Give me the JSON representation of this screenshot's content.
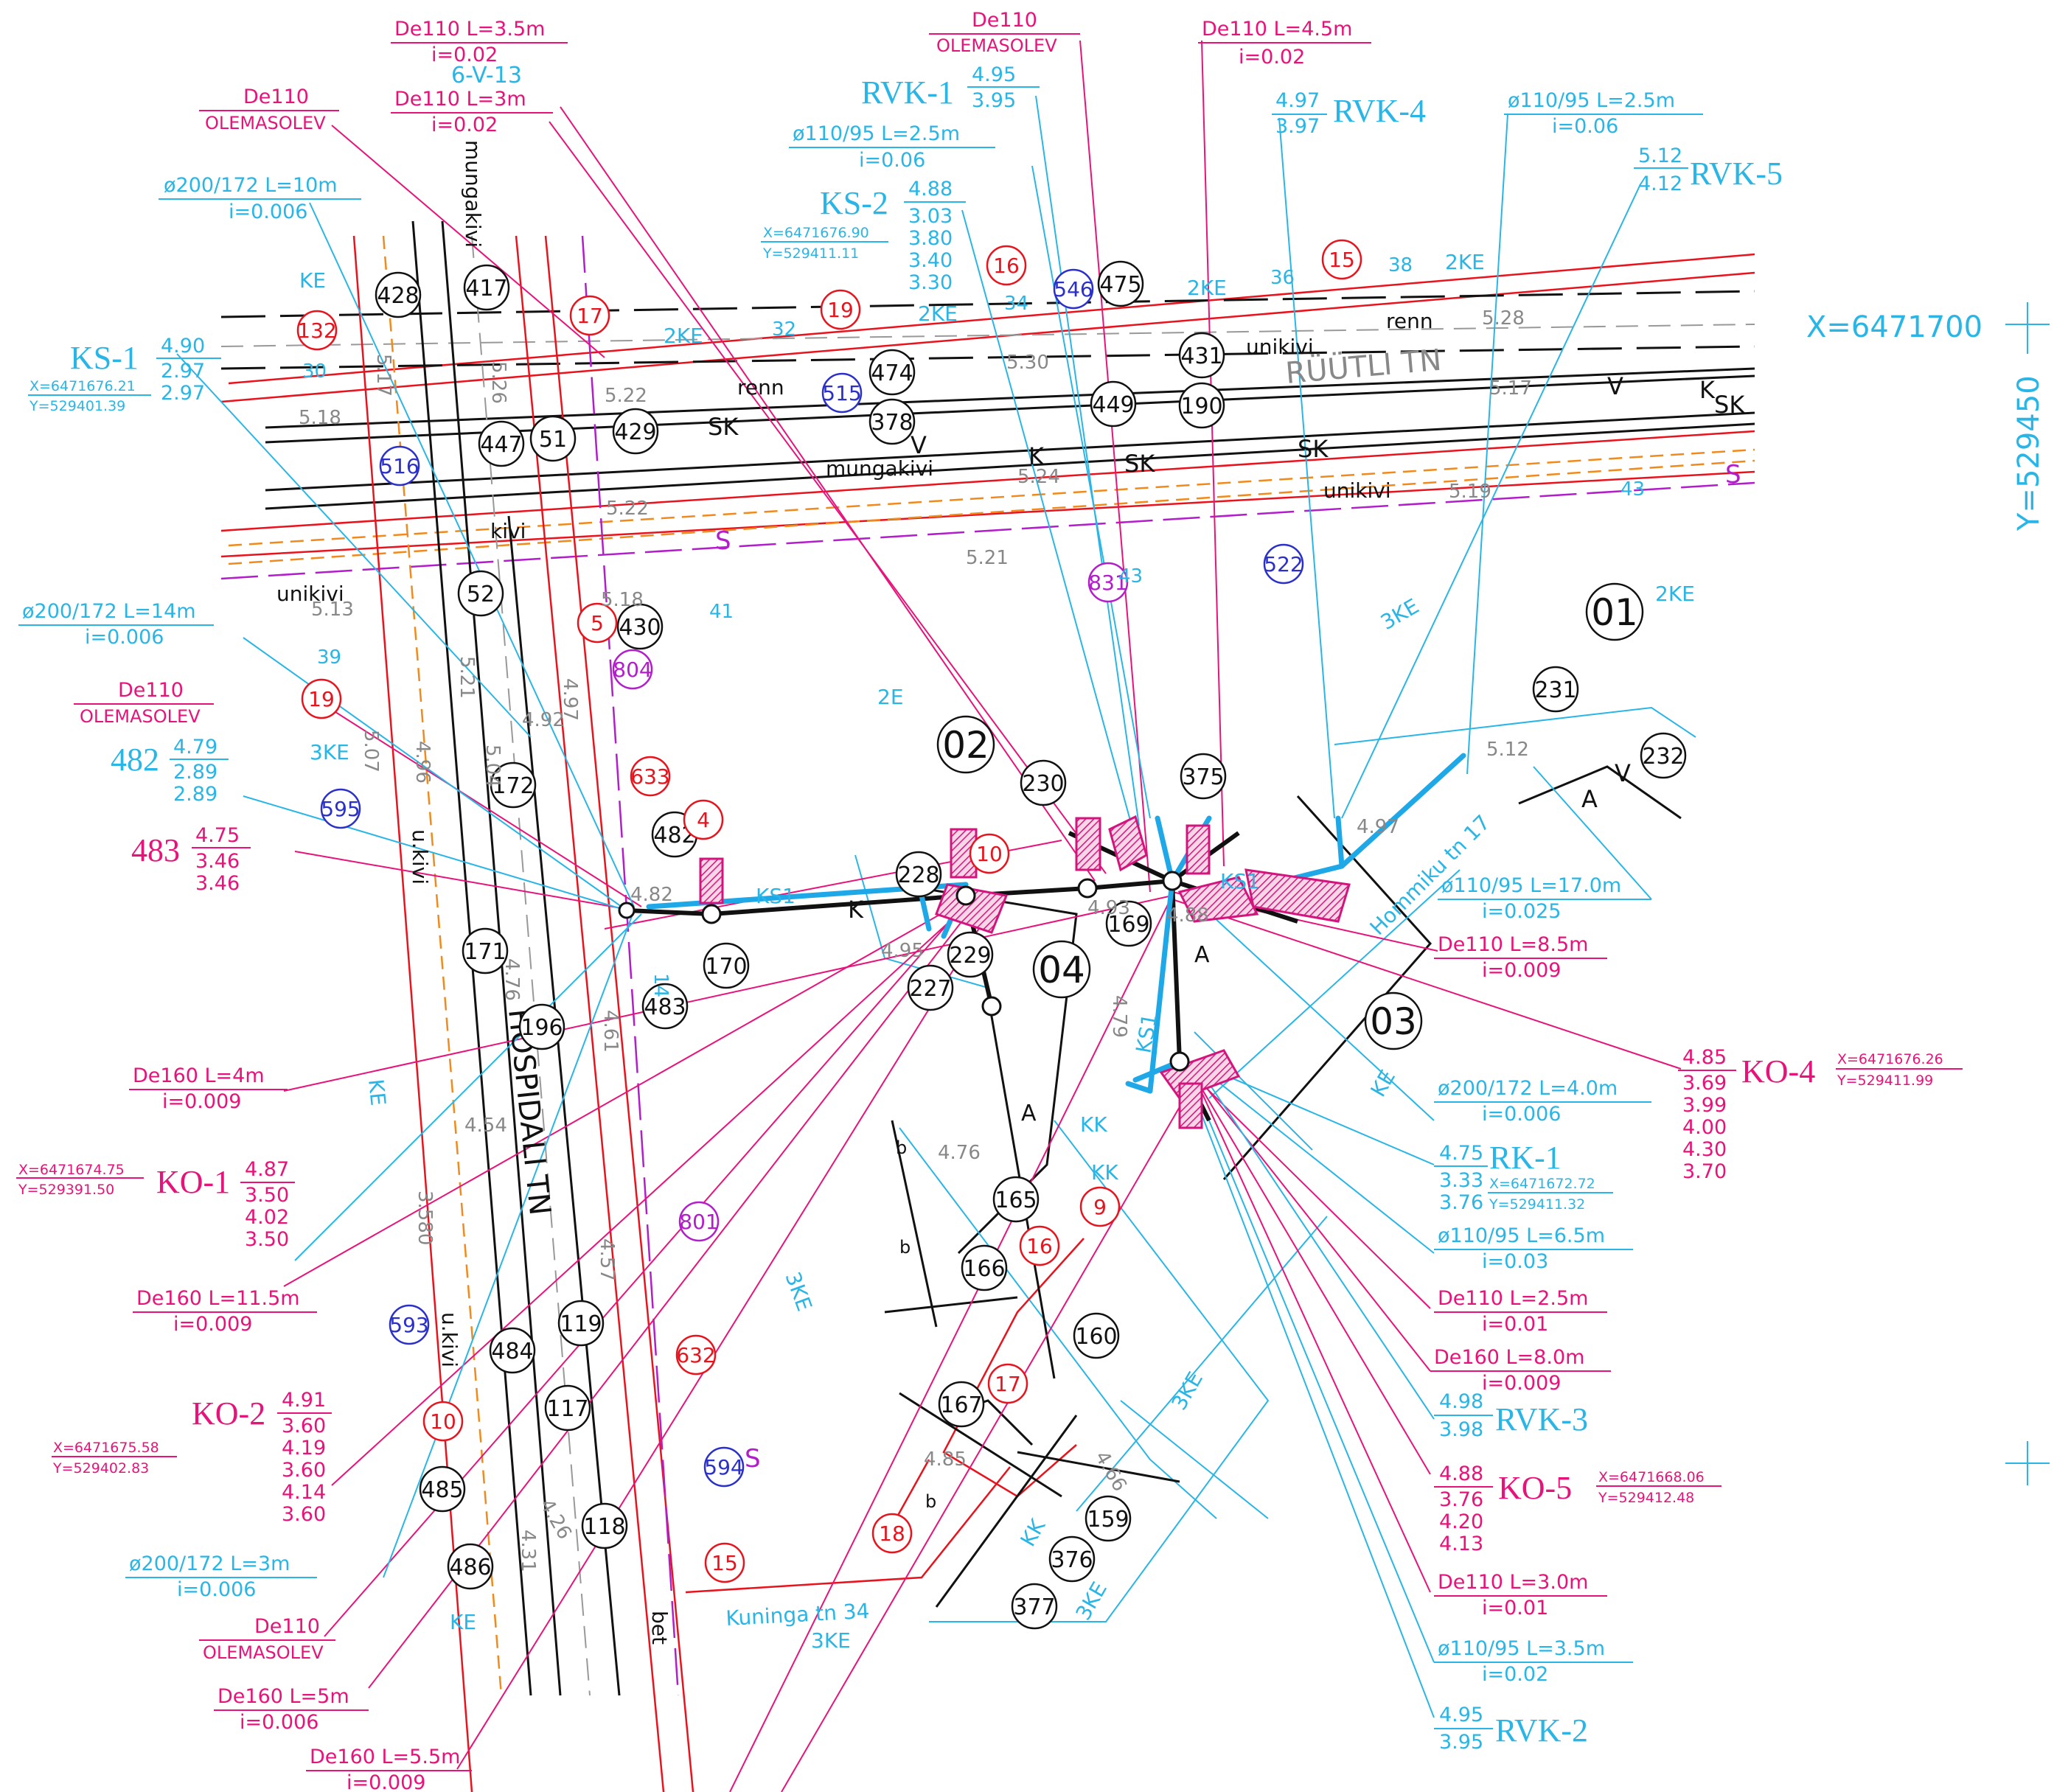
{
  "sheet": "6-V-13",
  "blocks": [
    "01",
    "02",
    "03",
    "04"
  ],
  "grid": {
    "x": "X=6471700",
    "y": "Y=529450"
  },
  "streets": {
    "ruutli": "RÜÜTLI TN",
    "hospidali": "HOSPIDALI TN",
    "hommiku": "Hommiku tn 17",
    "kuninga": "Kuninga tn 34"
  },
  "surface_labels": {
    "renn": "renn",
    "unikivi": "unikivi",
    "mungakivi": "mungakivi",
    "kivi": "kivi",
    "ukivi": "u.kivi",
    "bet": "bet"
  },
  "util_codes": {
    "ke": "KE",
    "ke2": "2KE",
    "ke3": "3KE",
    "e2": "2E",
    "kk": "KK",
    "ks1": "KS1",
    "k": "K",
    "sk": "SK",
    "v": "V",
    "a": "A",
    "s": "S",
    "b": "b"
  },
  "callouts": {
    "de110_35": {
      "l1": "De110  L=3.5m",
      "l2": "i=0.02"
    },
    "de110_3": {
      "l1": "De110  L=3m",
      "l2": "i=0.02"
    },
    "de110_ole1": {
      "l1": "De110",
      "l2": "OLEMASOLEV"
    },
    "de110_ole2": {
      "l1": "De110",
      "l2": "OLEMASOLEV"
    },
    "de110_ole3": {
      "l1": "De110",
      "l2": "OLEMASOLEV"
    },
    "de110_ole4": {
      "l1": "De110",
      "l2": "OLEMASOLEV"
    },
    "de110_45": {
      "l1": "De110  L=4.5m",
      "l2": "i=0.02"
    },
    "p200_10": {
      "l1": "ø200/172  L=10m",
      "l2": "i=0.006"
    },
    "p200_14": {
      "l1": "ø200/172  L=14m",
      "l2": "i=0.006"
    },
    "p200_4": {
      "l1": "ø200/172  L=4.0m",
      "l2": "i=0.006"
    },
    "p200_3": {
      "l1": "ø200/172  L=3m",
      "l2": "i=0.006"
    },
    "p110_25a": {
      "l1": "ø110/95  L=2.5m",
      "l2": "i=0.06"
    },
    "p110_25b": {
      "l1": "ø110/95  L=2.5m",
      "l2": "i=0.06"
    },
    "p110_17": {
      "l1": "ø110/95  L=17.0m",
      "l2": "i=0.025"
    },
    "p110_65": {
      "l1": "ø110/95  L=6.5m",
      "l2": "i=0.03"
    },
    "p110_35": {
      "l1": "ø110/95  L=3.5m",
      "l2": "i=0.02"
    },
    "de110_85": {
      "l1": "De110  L=8.5m",
      "l2": "i=0.009"
    },
    "de110_25": {
      "l1": "De110  L=2.5m",
      "l2": "i=0.01"
    },
    "de110_30": {
      "l1": "De110  L=3.0m",
      "l2": "i=0.01"
    },
    "de160_4": {
      "l1": "De160  L=4m",
      "l2": "i=0.009"
    },
    "de160_115": {
      "l1": "De160  L=11.5m",
      "l2": "i=0.009"
    },
    "de160_8": {
      "l1": "De160  L=8.0m",
      "l2": "i=0.009"
    },
    "de160_5": {
      "l1": "De160  L=5m",
      "l2": "i=0.006"
    },
    "de160_55": {
      "l1": "De160  L=5.5m",
      "l2": "i=0.009"
    }
  },
  "wells": {
    "rvk1": {
      "name": "RVK-1",
      "v": [
        "4.95",
        "3.95"
      ]
    },
    "rvk2": {
      "name": "RVK-2",
      "v": [
        "4.95",
        "3.95"
      ]
    },
    "rvk3": {
      "name": "RVK-3",
      "v": [
        "4.98",
        "3.98"
      ]
    },
    "rvk4": {
      "name": "RVK-4",
      "v": [
        "4.97",
        "3.97"
      ]
    },
    "rvk5": {
      "name": "RVK-5",
      "v": [
        "5.12",
        "4.12"
      ]
    },
    "ks1": {
      "name": "KS-1",
      "v": [
        "4.90",
        "2.97",
        "2.97"
      ],
      "x": "X=6471676.21",
      "y": "Y=529401.39"
    },
    "ks2": {
      "name": "KS-2",
      "v": [
        "4.88",
        "3.03",
        "3.80",
        "3.40",
        "3.30"
      ],
      "x": "X=6471676.90",
      "y": "Y=529411.11"
    },
    "w482": {
      "name": "482",
      "v": [
        "4.79",
        "2.89",
        "2.89"
      ]
    },
    "w483": {
      "name": "483",
      "v": [
        "4.75",
        "3.46",
        "3.46"
      ]
    },
    "rk1": {
      "name": "RK-1",
      "v": [
        "4.75",
        "3.33",
        "3.76"
      ],
      "x": "X=6471672.72",
      "y": "Y=529411.32"
    },
    "ko1": {
      "name": "KO-1",
      "v": [
        "4.87",
        "3.50",
        "4.02",
        "3.50"
      ],
      "x": "X=6471674.75",
      "y": "Y=529391.50"
    },
    "ko2": {
      "name": "KO-2",
      "v": [
        "4.91",
        "3.60",
        "4.19",
        "3.60",
        "4.14",
        "3.60"
      ],
      "x": "X=6471675.58",
      "y": "Y=529402.83"
    },
    "ko4": {
      "name": "KO-4",
      "v": [
        "4.85",
        "3.69",
        "3.99",
        "4.00",
        "4.30",
        "3.70"
      ],
      "x": "X=6471676.26",
      "y": "Y=529411.99"
    },
    "ko5": {
      "name": "KO-5",
      "v": [
        "4.88",
        "3.76",
        "4.20",
        "4.13"
      ],
      "x": "X=6471668.06",
      "y": "Y=529412.48"
    }
  },
  "circles_black": [
    "428",
    "417",
    "447",
    "51",
    "429",
    "474",
    "378",
    "475",
    "449",
    "431",
    "190",
    "52",
    "430",
    "172",
    "482",
    "171",
    "196",
    "170",
    "483",
    "228",
    "229",
    "227",
    "230",
    "375",
    "169",
    "165",
    "166",
    "160",
    "167",
    "159",
    "376",
    "377",
    "119",
    "484",
    "117",
    "118",
    "485",
    "486",
    "231",
    "232"
  ],
  "circles_red": [
    "132",
    "17",
    "19",
    "16",
    "15",
    "5",
    "19",
    "633",
    "4",
    "10",
    "9",
    "16",
    "17",
    "10",
    "632",
    "15",
    "18"
  ],
  "circles_blue": [
    "516",
    "515",
    "546",
    "522",
    "595",
    "593",
    "594"
  ],
  "circles_purple": [
    "831",
    "804",
    "801"
  ],
  "elevations": [
    "5.17",
    "5.26",
    "5.22",
    "5.18",
    "5.30",
    "5.24",
    "5.22",
    "5.21",
    "5.28",
    "5.17",
    "5.19",
    "5.18",
    "5.13",
    "5.07",
    "4.96",
    "5.21",
    "5.04",
    "4.92",
    "4.97",
    "4.82",
    "4.95",
    "4.93",
    "4.79",
    "4.76",
    "4.61",
    "4.57",
    "4.54",
    "4.76",
    "4.85",
    "4.66",
    "4.26",
    "4.31",
    "5.12",
    "4.97",
    "4.88",
    "3.580"
  ],
  "red_numbers": [
    "30",
    "32",
    "34",
    "36",
    "38",
    "39",
    "41",
    "43",
    "43",
    "14"
  ]
}
